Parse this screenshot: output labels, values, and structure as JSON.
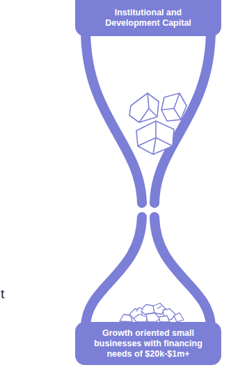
{
  "diagram": {
    "nodes": [
      {
        "text": [
          "Institutional and Development Capital"
        ]
      },
      {
        "text": [
          "Growth oriented small businesses with financing needs of $20k-$1m+"
        ]
      }
    ],
    "labels": [
      "t"
    ]
  }
}
